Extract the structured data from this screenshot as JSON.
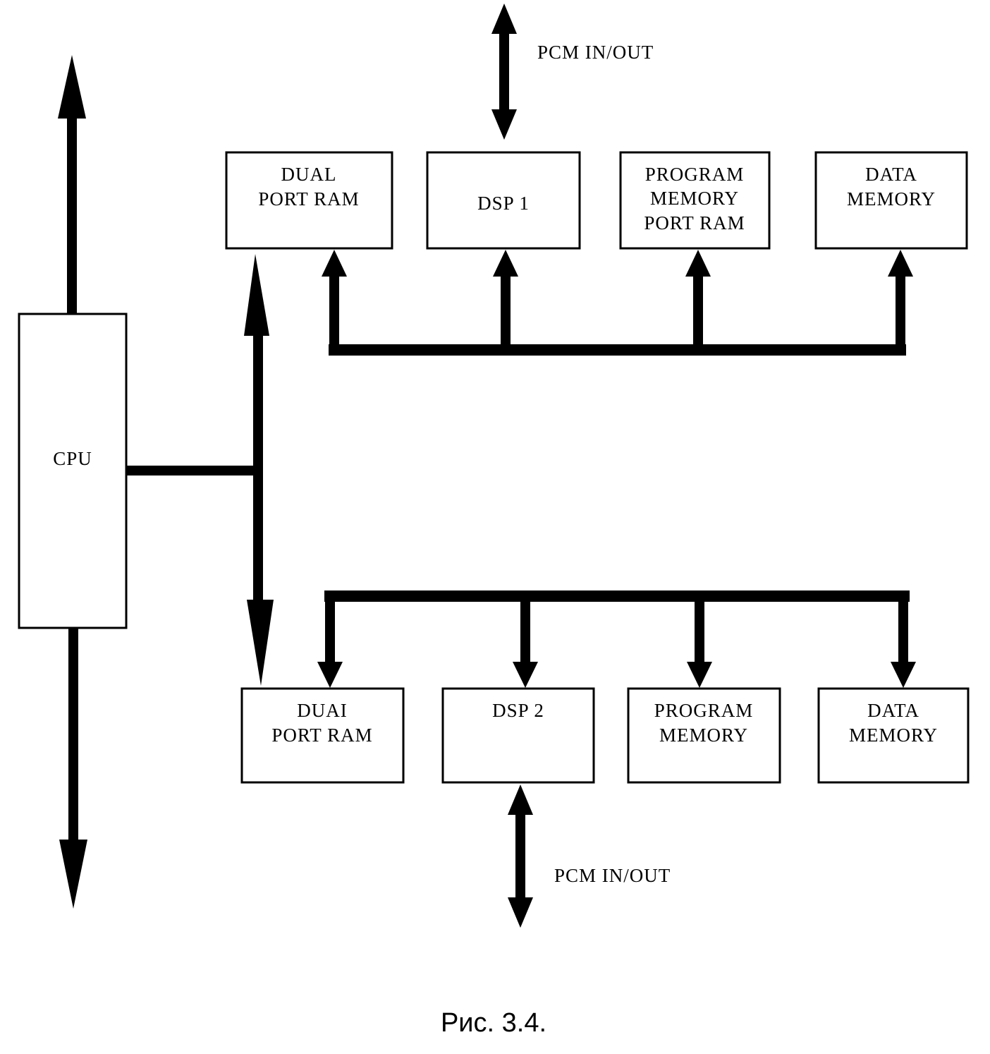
{
  "blocks": {
    "cpu": "CPU",
    "top_dual_port_ram": [
      "DUAL",
      "PORT RAM"
    ],
    "dsp1": "DSP 1",
    "top_program_memory": [
      "PROGRAM",
      "MEMORY",
      "PORT RAM"
    ],
    "top_data_memory": [
      "DATA",
      "MEMORY"
    ],
    "bottom_dual_port_ram": [
      "DUAI",
      "PORT RAM"
    ],
    "dsp2": "DSP 2",
    "bottom_program_memory": [
      "PROGRAM",
      "MEMORY"
    ],
    "bottom_data_memory": [
      "DATA",
      "MEMORY"
    ]
  },
  "io": {
    "top_pcm": "PCM IN/OUT",
    "bottom_pcm": "PCM IN/OUT"
  },
  "caption": "Рис. 3.4.",
  "colors": {
    "line": "#000000",
    "background": "#ffffff"
  }
}
